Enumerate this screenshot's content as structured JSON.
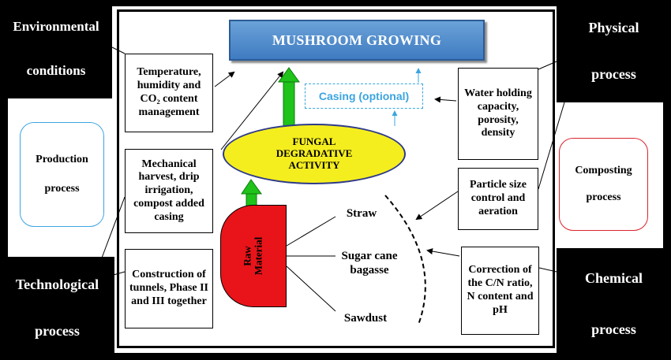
{
  "title": "MUSHROOM GROWING",
  "casing": "Casing (optional)",
  "fungal": "FUNGAL DEGRADATIVE ACTIVITY",
  "raw_material": {
    "line1": "Raw",
    "line2": "Material"
  },
  "feedstocks": [
    "Straw",
    "Sugar cane bagasse",
    "Sawdust"
  ],
  "corners": {
    "environmental": {
      "line1": "Environmental",
      "line2": "conditions"
    },
    "physical": {
      "line1": "Physical",
      "line2": "process"
    },
    "technological": {
      "line1": "Technological",
      "line2": "process"
    },
    "chemical": {
      "line1": "Chemical",
      "line2": "process"
    }
  },
  "side_processes": {
    "production": {
      "line1": "Production",
      "line2": "process",
      "color": "#3ba4e0"
    },
    "composting": {
      "line1": "Composting",
      "line2": "process",
      "color": "#d9242b"
    }
  },
  "boxes": {
    "environment": "Temperature, humidity and CO₂ content management",
    "harvest": "Mechanical harvest, drip irrigation, compost added casing",
    "tunnels": "Construction of tunnels, Phase II and III together",
    "water": "Water holding capacity, porosity, density",
    "particle": "Particle size control and aeration",
    "cn": "Correction of the C/N ratio, N content and pH"
  },
  "colors": {
    "title_fill": "#4a88c9",
    "ellipse_fill": "#f5ee1f",
    "raw_fill": "#e8141a",
    "arrow_green": "#1fc31a",
    "casing_blue": "#3ba4e0"
  }
}
